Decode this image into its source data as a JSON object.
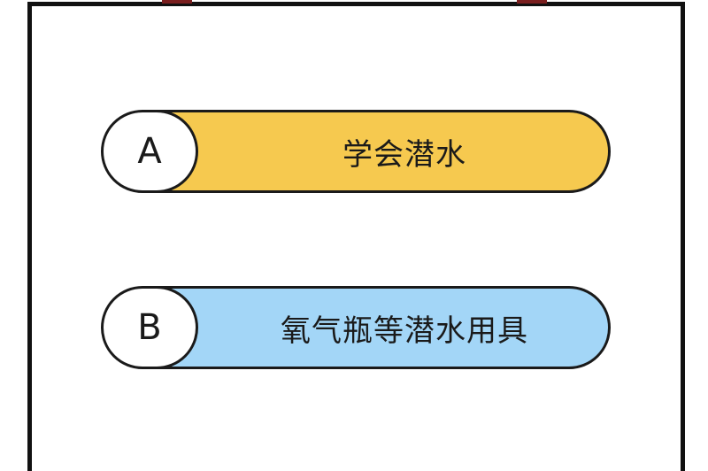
{
  "options": [
    {
      "letter": "A",
      "text": "学会潜水",
      "color": "#f6c94f"
    },
    {
      "letter": "B",
      "text": "氧气瓶等潜水用具",
      "color": "#a3d6f7"
    }
  ],
  "colors": {
    "outline": "#1a1a1a",
    "badge": "#ffffff",
    "peg": "#7a1f1f"
  }
}
